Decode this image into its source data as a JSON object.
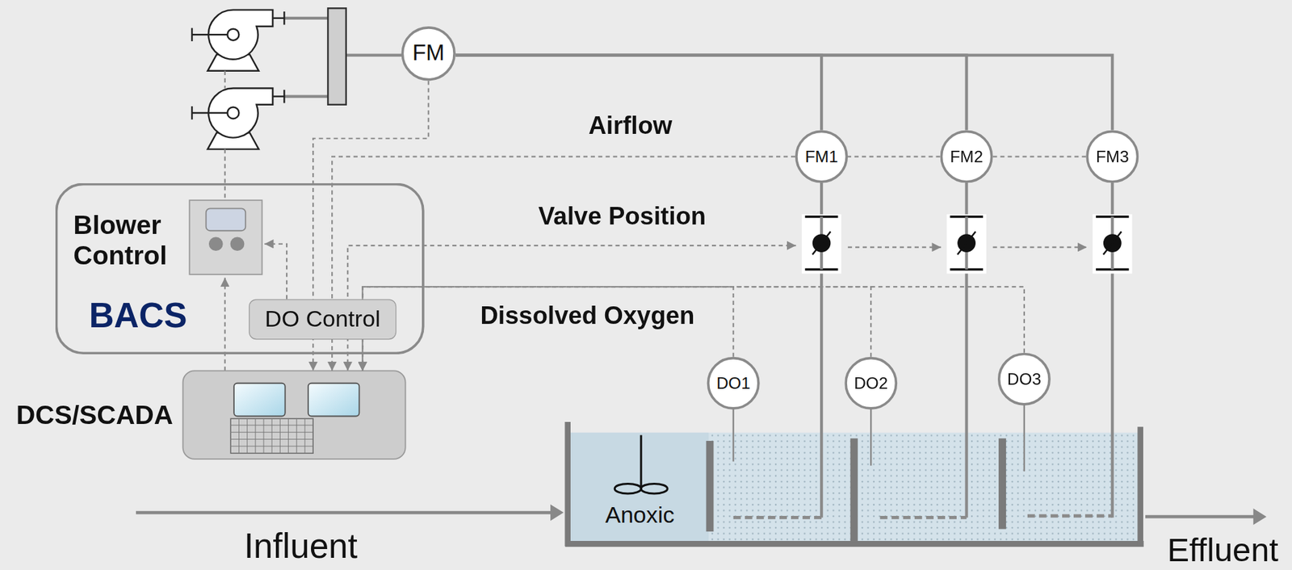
{
  "diagram": {
    "nodes": [
      {
        "text": [
          "FM"
        ]
      },
      {
        "text": [
          "FM1"
        ]
      },
      {
        "text": [
          "FM2"
        ]
      },
      {
        "text": [
          "FM3"
        ]
      },
      {
        "text": [
          "Blower Control",
          "BACS"
        ]
      },
      {
        "text": [
          "DO Control"
        ],
        "in": 4
      },
      {
        "text": [
          "DCS/SCADA"
        ]
      },
      {
        "text": [
          "DO1"
        ]
      },
      {
        "text": [
          "DO2"
        ]
      },
      {
        "text": [
          "DO3"
        ]
      },
      {
        "text": [
          "Anoxic"
        ]
      }
    ],
    "edges": [
      {
        "from": 0,
        "to": 6,
        "arrow": "to"
      },
      {
        "from": 1,
        "to": 6,
        "arrow": "to"
      },
      {
        "from": 2,
        "to": 1,
        "arrow": "none"
      },
      {
        "from": 3,
        "to": 2,
        "arrow": "none"
      },
      {
        "from": 7,
        "to": 6,
        "arrow": "to"
      },
      {
        "from": 8,
        "to": 6,
        "arrow": "to"
      },
      {
        "from": 9,
        "to": 6,
        "arrow": "to"
      },
      {
        "from": 0,
        "to": 1,
        "arrow": "none"
      },
      {
        "from": 0,
        "to": 2,
        "arrow": "none"
      },
      {
        "from": 0,
        "to": 3,
        "arrow": "none"
      }
    ],
    "labels": [
      "Airflow",
      "Valve Position",
      "Dissolved Oxygen",
      "Influent",
      "Effluent"
    ]
  }
}
